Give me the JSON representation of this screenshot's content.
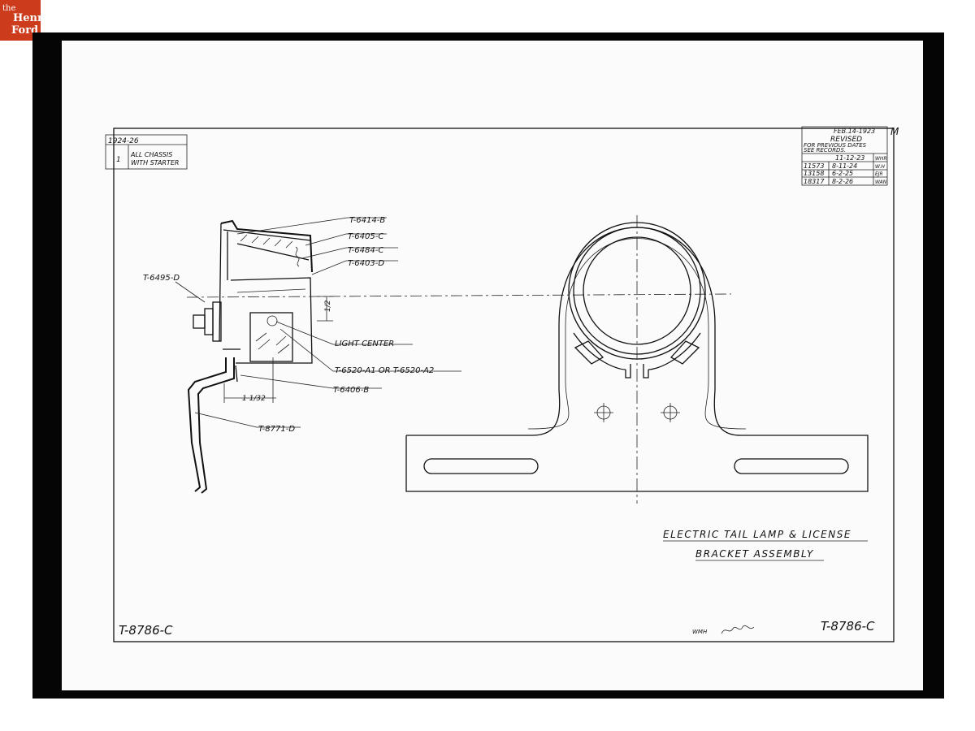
{
  "logo": {
    "prefix": "the",
    "line1": "Henry",
    "line2": "Ford",
    "colors": {
      "background": "#cc3b1c",
      "text": "#ffffff"
    }
  },
  "title_block": {
    "year_range": "1924-26",
    "quantity": "1",
    "applies_line1": "ALL CHASSIS",
    "applies_line2": "WITH STARTER"
  },
  "revisions": {
    "date": "FEB.14-1923",
    "status": "REVISED",
    "note_line1": "FOR PREVIOUS DATES",
    "note_line2": "SEE RECORDS.",
    "marker": "M",
    "rows": [
      {
        "number": "",
        "date": "11-12-23",
        "initials": "WHR"
      },
      {
        "number": "11573",
        "date": "8-11-24",
        "initials": "W.H"
      },
      {
        "number": "13158",
        "date": "6-2-25",
        "initials": "EJR"
      },
      {
        "number": "18317",
        "date": "8-2-26",
        "initials": "WAN"
      }
    ]
  },
  "callouts": {
    "part_6414": "T-6414-B",
    "part_6405": "T-6405-C",
    "part_6484": "T-6484-C",
    "part_6403": "T-6403-D",
    "part_6495": "T-6495-D",
    "light_center": "LIGHT CENTER",
    "part_6520": "T-6520-A1 OR T-6520-A2",
    "part_6406": "T-6406-B",
    "part_8771": "T-8771-D"
  },
  "dimensions": {
    "offset": "1/2",
    "width": "1 1/32"
  },
  "title": {
    "line1": "ELECTRIC TAIL LAMP & LICENSE",
    "line2": "BRACKET ASSEMBLY"
  },
  "drawing_number_left": "T-8786-C",
  "drawing_number_right": "T-8786-C",
  "approval_initials": "WMH",
  "colors": {
    "frame": "#050505",
    "sheet": "#fbfbfb",
    "ink": "#111111"
  }
}
